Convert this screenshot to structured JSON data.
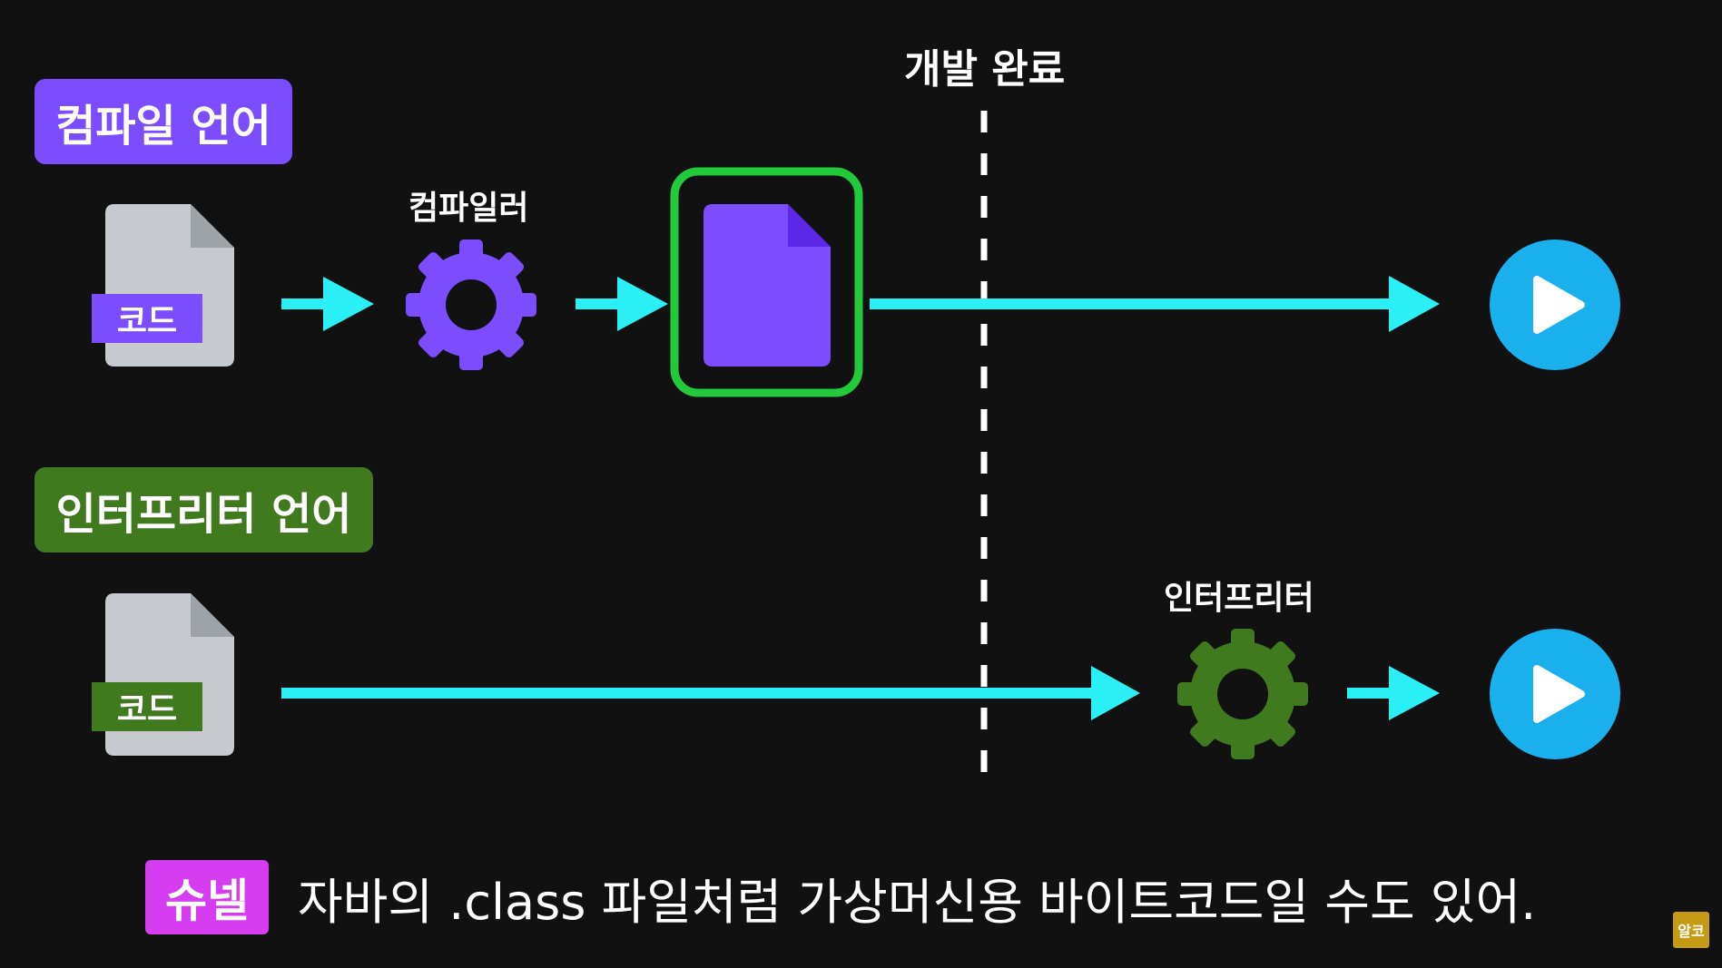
{
  "compiled": {
    "label": "컴파일 언어",
    "file_tag": "코드",
    "tool_label": "컴파일러"
  },
  "interpreted": {
    "label": "인터프리터 언어",
    "file_tag": "코드",
    "tool_label": "인터프리터"
  },
  "milestone": {
    "label": "개발 완료"
  },
  "subtitle": {
    "speaker": "슈넬",
    "text": "자바의 .class 파일처럼 가상머신용 바이트코드일 수도 있어."
  },
  "watermark": {
    "text": "알코"
  },
  "colors": {
    "background": "#111111",
    "compiled_accent": "#7c4dff",
    "interpreted_accent": "#3f7a1e",
    "arrow": "#2af0f5",
    "play": "#1ab0ee",
    "output_frame": "#22c93a",
    "file": "#c7cbcf",
    "speaker_badge": "#d63cf0"
  },
  "icons": [
    "file-icon",
    "gear-icon",
    "arrow-icon",
    "play-icon",
    "compiled-output-file-icon"
  ]
}
